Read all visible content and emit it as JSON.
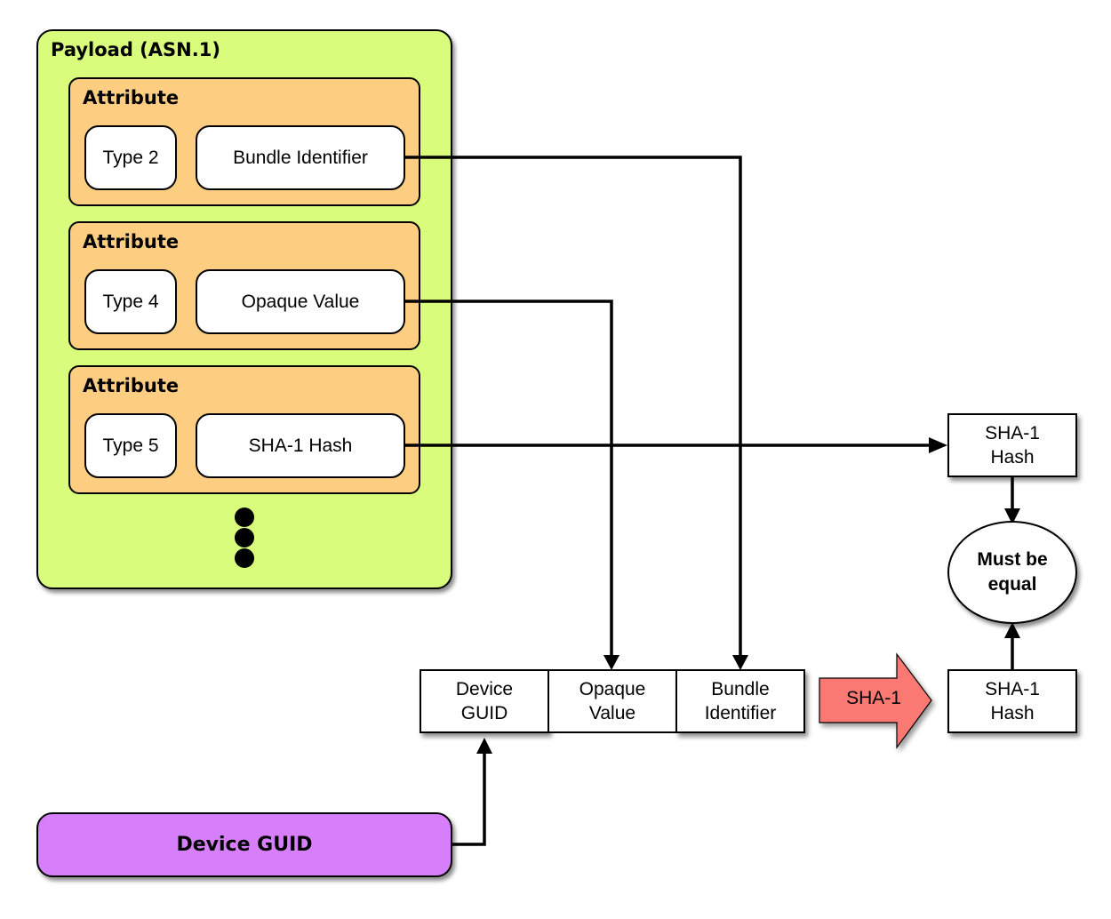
{
  "payload": {
    "title": "Payload (ASN.1)",
    "attributes": [
      {
        "title": "Attribute",
        "type": "Type 2",
        "value": "Bundle Identifier"
      },
      {
        "title": "Attribute",
        "type": "Type 4",
        "value": "Opaque Value"
      },
      {
        "title": "Attribute",
        "type": "Type 5",
        "value": "SHA-1 Hash"
      }
    ]
  },
  "concat": {
    "device_guid": "Device\nGUID",
    "opaque_value": "Opaque\nValue",
    "bundle_identifier": "Bundle\nIdentifier"
  },
  "sha_arrow_label": "SHA-1",
  "hash_top": "SHA-1\nHash",
  "hash_bottom": "SHA-1\nHash",
  "compare": "Must be\nequal",
  "device_guid_source": "Device GUID",
  "colors": {
    "payload_bg": "#d9fc7c",
    "attribute_bg": "#fdce82",
    "device_guid_bg": "#d77ffa",
    "sha_arrow_fill": "#fa7a73"
  }
}
